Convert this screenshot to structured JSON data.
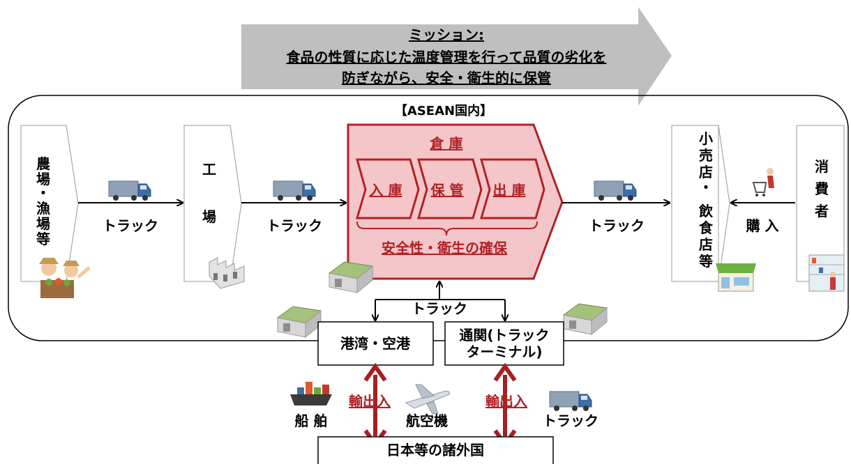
{
  "mission": {
    "line1": "ミッション:",
    "line2": "食品の性質に応じた温度管理を行って品質の劣化を",
    "line3": "防ぎながら、安全・衛生的に保管"
  },
  "region_label": "【ASEAN国内】",
  "nodes": {
    "farm": [
      "農",
      "場",
      "・",
      "漁",
      "場",
      "等"
    ],
    "factory": [
      "工",
      "場"
    ],
    "retail_col1": [
      "小",
      "売",
      "店",
      "・"
    ],
    "retail_col2": [
      "飲",
      "食",
      "店",
      "等"
    ],
    "consumer": [
      "消",
      "費",
      "者"
    ],
    "port": "港湾・空港",
    "customs_line1": "通関(トラック",
    "customs_line2": "ターミナル)",
    "foreign": "日本等の諸外国"
  },
  "warehouse": {
    "title": "倉 庫",
    "steps": [
      "入 庫",
      "保 管",
      "出 庫"
    ],
    "caption": "安全性・衛生の確保"
  },
  "links": {
    "truck1": "トラック",
    "truck2": "トラック",
    "truck3": "トラック",
    "purchase": "購 入",
    "truck_bottom": "トラック",
    "import_export_1": "輸出入",
    "import_export_2": "輸出入"
  },
  "transport": {
    "ship": "船 舶",
    "airplane": "航空機",
    "truck": "トラック"
  },
  "colors": {
    "warehouse_fill": "#f4c6c9",
    "warehouse_border": "#b22025",
    "mission_arrow": "#bfbfbf",
    "truck_body": "#7f93a8"
  }
}
